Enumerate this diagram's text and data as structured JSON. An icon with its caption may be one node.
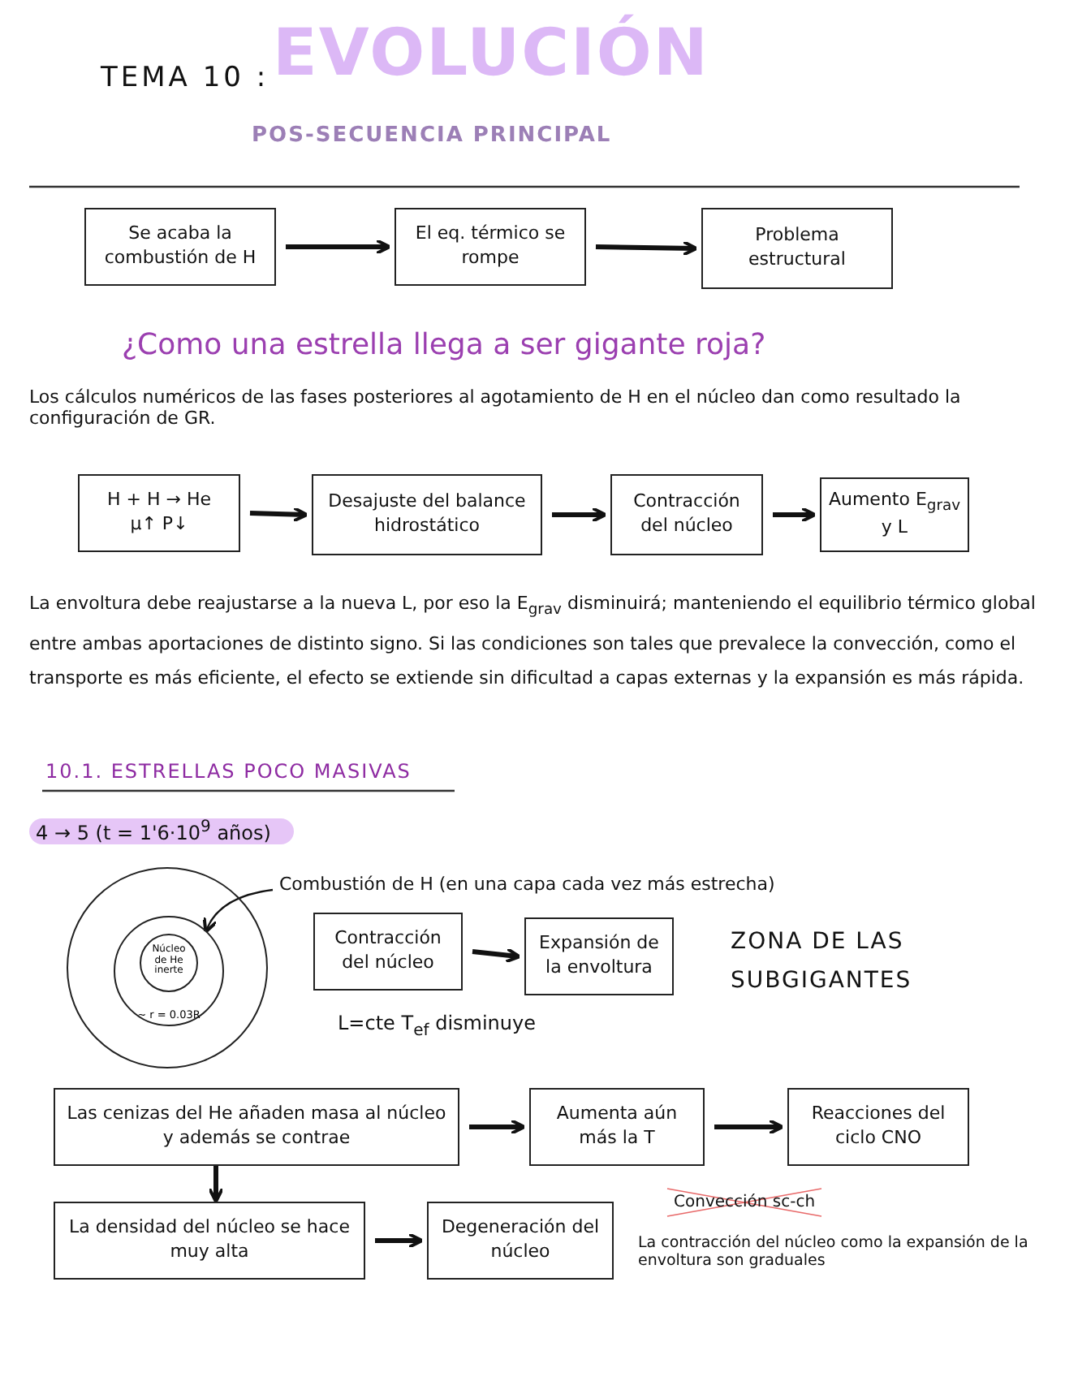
{
  "diagram": {
    "title": "EVOLUCIÓN",
    "nodes": [
      {
        "text": [
          "Se acaba la combustión de H"
        ]
      },
      {
        "text": [
          "El eq. térmico se rompe"
        ]
      },
      {
        "text": [
          "Problema estructural"
        ]
      },
      {
        "text": [
          "H + H → He",
          "μ↑ P↓"
        ]
      },
      {
        "text": [
          "Desajuste del balance hidrostático"
        ]
      },
      {
        "text": [
          "Contracción del núcleo"
        ]
      },
      {
        "text": [
          "Aumento E$_{grav}$ y L"
        ]
      },
      {
        "text": [],
        "shape": "circle"
      },
      {
        "text": [
          "~ r = 0.03R"
        ],
        "in": 7
      },
      {
        "text": [
          "Núcleo de He inerte"
        ],
        "in": 8
      },
      {
        "text": [
          "Combustión de H (en una capa cada vez más estrecha)"
        ]
      },
      {
        "text": [
          "Contracción del núcleo"
        ]
      },
      {
        "text": [
          "Expansión de la envoltura"
        ]
      },
      {
        "text": [
          "Las cenizas del He añaden masa al núcleo y además se contrae"
        ]
      },
      {
        "text": [
          "Aumenta aún más la T"
        ]
      },
      {
        "text": [
          "Reacciones del ciclo CNO"
        ]
      },
      {
        "text": [
          "La densidad del núcleo se hace muy alta"
        ]
      },
      {
        "text": [
          "Degeneración del núcleo"
        ]
      }
    ],
    "edges": [
      {
        "from": 0,
        "to": 1,
        "arrow": "to"
      },
      {
        "from": 1,
        "to": 2,
        "arrow": "to"
      },
      {
        "from": 3,
        "to": 4,
        "arrow": "to"
      },
      {
        "from": 4,
        "to": 5,
        "arrow": "to"
      },
      {
        "from": 5,
        "to": 6,
        "arrow": "to"
      },
      {
        "from": 10,
        "to": 8,
        "arrow": "to"
      },
      {
        "from": 11,
        "to": 12,
        "arrow": "to"
      },
      {
        "from": 13,
        "to": 14,
        "arrow": "to"
      },
      {
        "from": 14,
        "to": 15,
        "arrow": "to"
      },
      {
        "from": 13,
        "to": 16,
        "arrow": "to"
      },
      {
        "from": 16,
        "to": 17,
        "arrow": "to"
      }
    ],
    "labels": [
      "TEMA 10 :",
      "POS-SECUENCIA PRINCIPAL",
      "¿Como una estrella llega a ser gigante roja?",
      "Los cálculos numéricos de las fases posteriores al agotamiento de H en el núcleo dan como resultado la configuración de GR.",
      "La envoltura debe reajustarse a la nueva L, por eso la E$_{grav}$ disminuirá; manteniendo el equilibrio térmico global entre ambas aportaciones de distinto signo. Si las condiciones son tales que prevalece la convección, como el transporte es más eficiente, el efecto se extiende sin dificultad a capas externas y la expansión es más rápida.",
      "10.1. ESTRELLAS POCO MASIVAS",
      "4 → 5 (t = 1'6·10$^{9}$ años)",
      "L=cte T$_{ef}$ disminuye",
      "ZONA DE LAS SUBGIGANTES",
      "Convección sc-ch",
      "La contracción del núcleo como la expansión de la envoltura son graduales"
    ]
  }
}
